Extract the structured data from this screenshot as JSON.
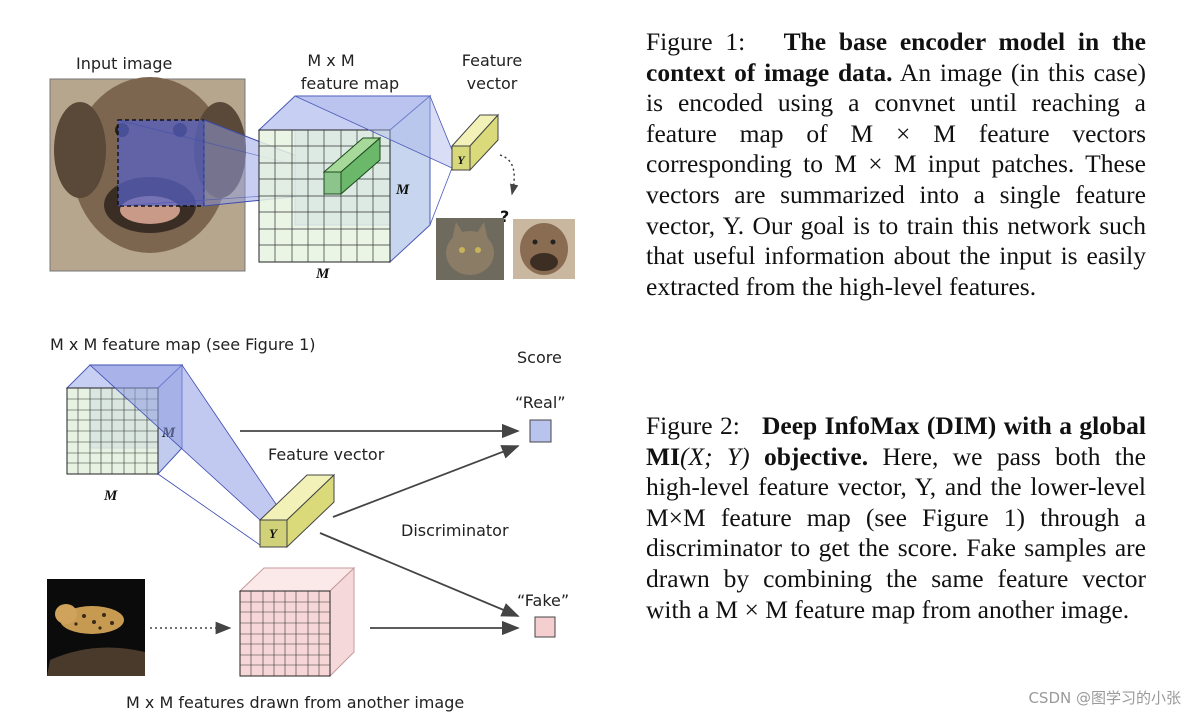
{
  "figure1": {
    "labels": {
      "input_image": "Input image",
      "feature_map_line1": "M x M",
      "feature_map_line2": "feature map",
      "feature_vector_line1": "Feature",
      "feature_vector_line2": "vector",
      "y_label": "Y",
      "m_side": "M",
      "m_bottom": "M",
      "question": "?"
    },
    "caption": {
      "prefix": "Figure 1:",
      "title": "The base encoder model in the context of image data.",
      "body": "An image (in this case) is encoded using a convnet until reaching a feature map of M × M feature vectors corresponding to M × M input patches. These vectors are summarized into a single feature vector, Y. Our goal is to train this network such that useful information about the input is easily extracted from the high-level features."
    }
  },
  "figure2": {
    "labels": {
      "feature_map_title": "M x M feature map (see Figure 1)",
      "score": "Score",
      "real": "“Real”",
      "fake": "“Fake”",
      "feature_vector": "Feature vector",
      "discriminator": "Discriminator",
      "y_label": "Y",
      "m_side": "M",
      "m_bottom": "M",
      "bottom_caption": "M x M features drawn from another image"
    },
    "caption": {
      "prefix": "Figure 2:",
      "title_part1": "Deep InfoMax (DIM) with a global MI",
      "title_math": "(X; Y)",
      "title_part2": "objective.",
      "body": "Here, we pass both the high-level feature vector, Y, and the lower-level M×M feature map (see Figure 1) through a discriminator to get the score. Fake samples are drawn by combining the same feature vector with a M × M feature map from another image."
    }
  },
  "watermark": "CSDN @图学习的小张",
  "colors": {
    "blue_fill": "#aab6ea",
    "green_fill": "#e6f3e2",
    "yellow_fill": "#e8e89a",
    "pink_fill": "#f7d6d8",
    "dark_green": "#8cc48c",
    "real_box": "#b9c4ee",
    "fake_box": "#f5cfd0"
  }
}
